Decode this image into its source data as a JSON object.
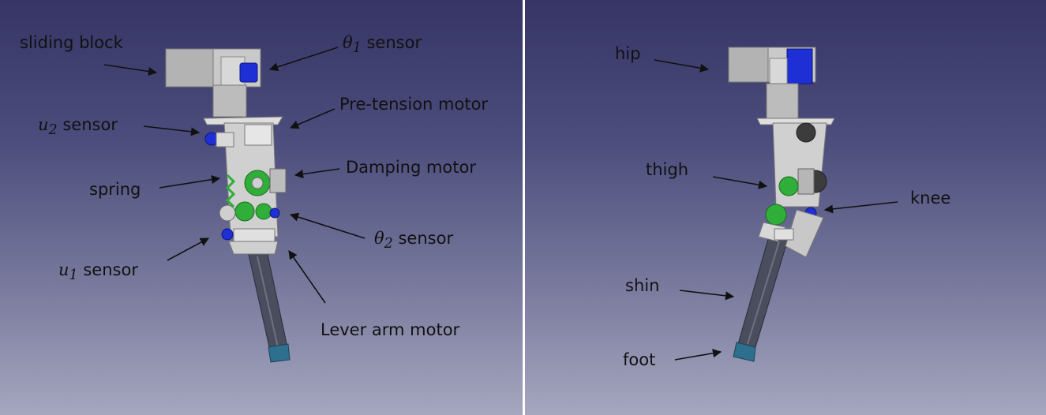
{
  "left_panel": {
    "labels": {
      "sliding_block": "sliding block",
      "theta1_symbol": "θ",
      "theta1_sub": "1",
      "theta1_word": "sensor",
      "pretension_motor": "Pre-tension motor",
      "u2_symbol": "u",
      "u2_sub": "2",
      "u2_word": "sensor",
      "damping_motor": "Damping motor",
      "spring": "spring",
      "theta2_symbol": "θ",
      "theta2_sub": "2",
      "theta2_word": "sensor",
      "u1_symbol": "u",
      "u1_sub": "1",
      "u1_word": "sensor",
      "lever_arm_motor": "Lever arm motor"
    }
  },
  "right_panel": {
    "labels": {
      "hip": "hip",
      "thigh": "thigh",
      "knee": "knee",
      "shin": "shin",
      "foot": "foot"
    }
  },
  "colors": {
    "background_top": "#363566",
    "background_bottom": "#a5a7bf",
    "divider": "#ffffff",
    "sensor_blue": "#1f2fd6",
    "spring_green": "#2fae3a",
    "foot_teal": "#2e6f8e",
    "metal_gray": "#c9c9c9",
    "shin_dark": "#4a4d5e"
  }
}
